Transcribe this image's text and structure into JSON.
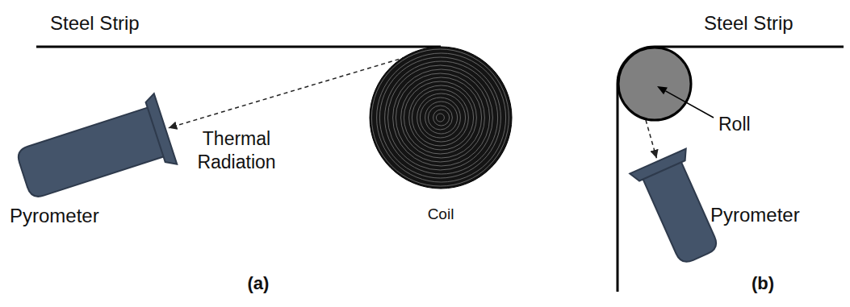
{
  "diagram": {
    "nodes": [
      {
        "text": [
          "Pyrometer"
        ]
      },
      {
        "text": [
          "Coil"
        ]
      },
      {
        "text": [
          "Roll"
        ]
      },
      {
        "text": [
          "Pyrometer"
        ]
      }
    ],
    "edges": [
      {
        "from": 1,
        "to": 0,
        "arrow": "to",
        "label": "Thermal Radiation"
      },
      {
        "from": 2,
        "to": 3,
        "arrow": "to"
      }
    ],
    "labels": [
      "Steel Strip",
      "(a)",
      "Steel Strip",
      "(b)"
    ]
  }
}
